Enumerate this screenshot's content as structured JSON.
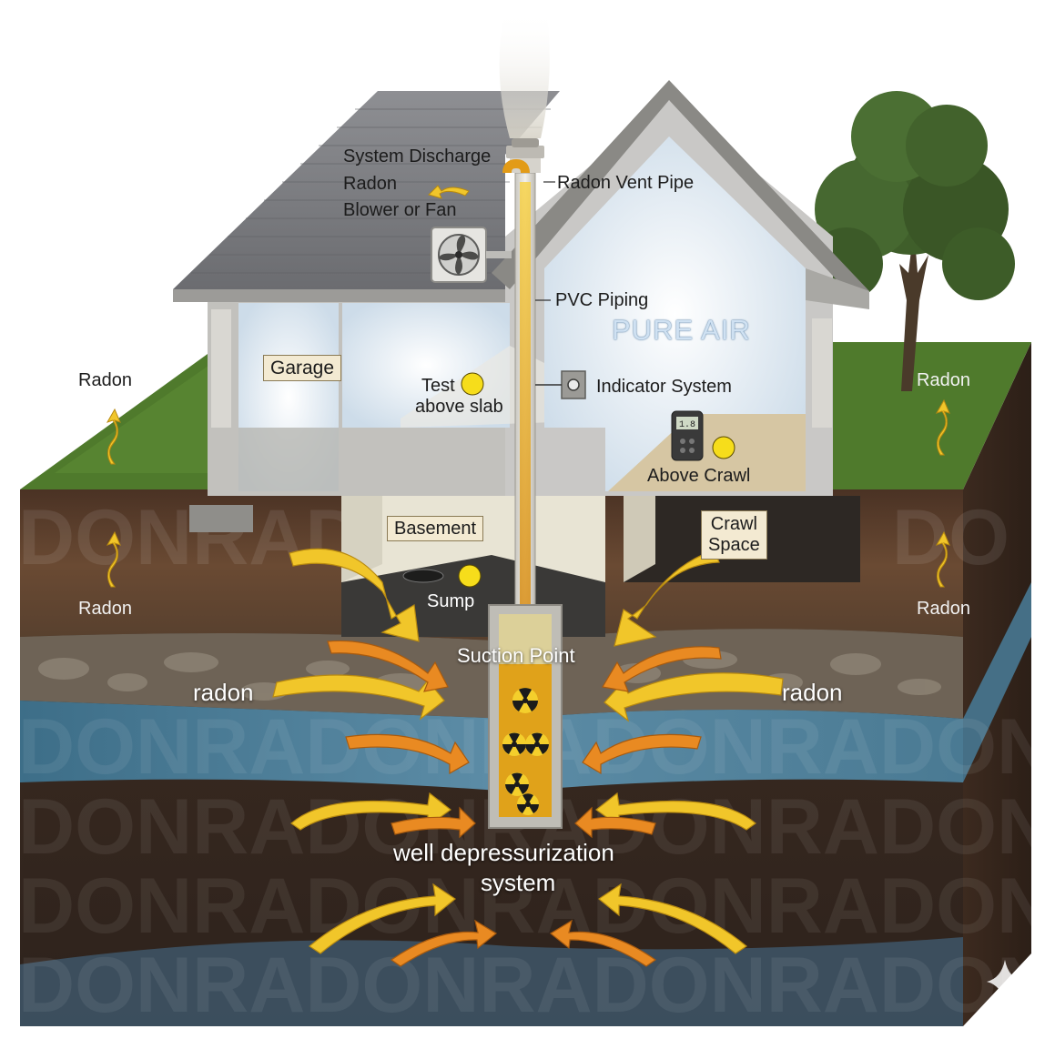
{
  "labels": {
    "system_discharge": "System Discharge",
    "blower_line1": "Radon",
    "blower_line2": "Blower or Fan",
    "vent_pipe": "Radon Vent Pipe",
    "pvc_piping": "PVC Piping",
    "pure_air": "PURE AIR",
    "garage": "Garage",
    "test_line1": "Test",
    "test_line2": "above slab",
    "indicator": "Indicator System",
    "above_crawl": "Above Crawl",
    "basement": "Basement",
    "crawl_line1": "Crawl",
    "crawl_line2": "Space",
    "sump": "Sump",
    "suction_point": "Suction Point",
    "radon_upper_left": "Radon",
    "radon_upper_right": "Radon",
    "radon_mid_left": "Radon",
    "radon_mid_right": "Radon",
    "radon_lower_left": "radon",
    "radon_lower_right": "radon",
    "well_line1": "well depressurization",
    "well_line2": "system",
    "meter_reading": "1.8"
  },
  "watermark": {
    "line1": "DONRAD",
    "line1b": "DO",
    "line2": "DONRADONRADONRADON",
    "line3": "DONRADONRADONRADON",
    "line4": "DONRADONRADONRADON",
    "line5": "DONRADONRADONRADON"
  },
  "colors": {
    "sky": "#ffffff",
    "roof": "#7c7d80",
    "siding": "#c9c8c6",
    "interior_glow": "#e4eef8",
    "pipe": "#e9e7e1",
    "radon_flow": "#e0a21a",
    "arrow_yellow": "#f1c62a",
    "arrow_orange": "#e98a22",
    "grass": "#4f7a2c",
    "topsoil": "#5a3a24",
    "rock": "#6b5f52",
    "water": "#4d7d97",
    "deep_soil": "#3e2c22",
    "label_box": "#f3ead2",
    "test_dot": "#f6dd1b"
  }
}
